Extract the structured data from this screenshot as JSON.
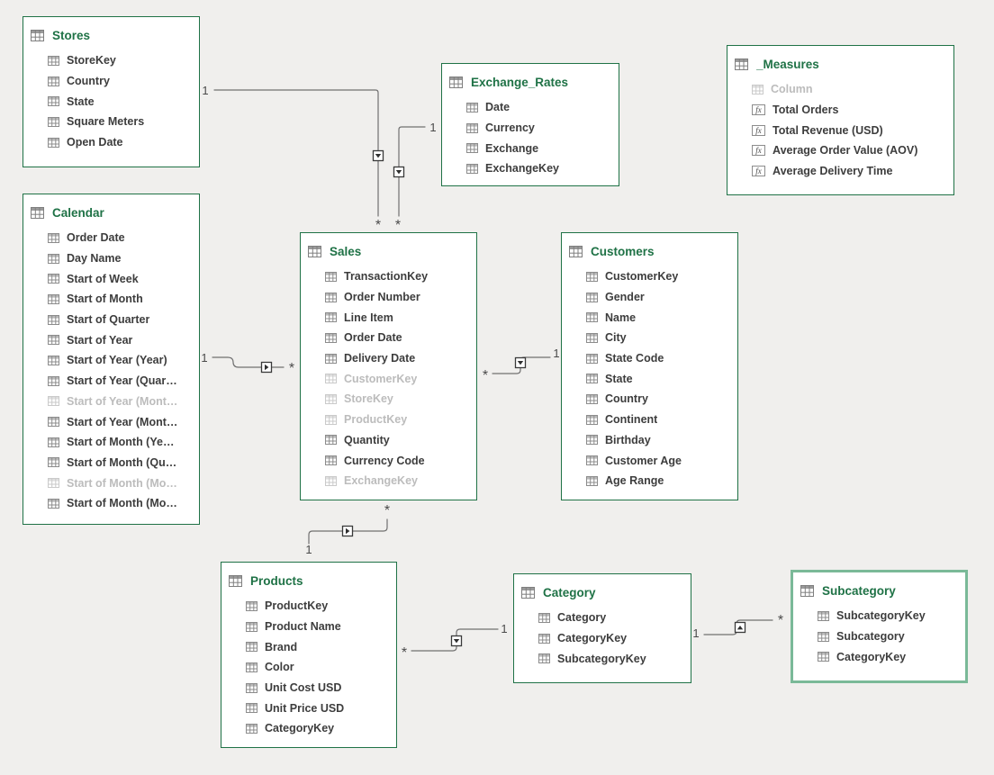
{
  "colors": {
    "background": "#f0efed",
    "table_border": "#1f7246",
    "selected_border": "#7ab998",
    "header_text": "#1f7246",
    "field_text": "#3d3d3d",
    "muted_text": "#bcbcbc",
    "line": "#707070"
  },
  "tables": [
    {
      "title": "Stores",
      "selected": false,
      "fields": [
        {
          "label": "StoreKey"
        },
        {
          "label": "Country"
        },
        {
          "label": "State"
        },
        {
          "label": "Square Meters"
        },
        {
          "label": "Open Date"
        }
      ]
    },
    {
      "title": "Calendar",
      "selected": false,
      "fields": [
        {
          "label": "Order Date"
        },
        {
          "label": "Day Name"
        },
        {
          "label": "Start of Week"
        },
        {
          "label": "Start of Month"
        },
        {
          "label": "Start of Quarter"
        },
        {
          "label": "Start of Year"
        },
        {
          "label": "Start of Year (Year)"
        },
        {
          "label": "Start of Year (Quar…"
        },
        {
          "label": "Start of Year (Mont…",
          "muted": true
        },
        {
          "label": "Start of Year (Mont…"
        },
        {
          "label": "Start of Month (Ye…"
        },
        {
          "label": "Start of Month (Qu…"
        },
        {
          "label": "Start of Month (Mo…",
          "muted": true
        },
        {
          "label": "Start of Month (Mo…"
        }
      ]
    },
    {
      "title": "Exchange_Rates",
      "selected": false,
      "fields": [
        {
          "label": "Date"
        },
        {
          "label": "Currency"
        },
        {
          "label": "Exchange"
        },
        {
          "label": "ExchangeKey"
        }
      ]
    },
    {
      "title": "_Measures",
      "selected": false,
      "fields": [
        {
          "label": "Column",
          "muted": true
        },
        {
          "label": "Total Orders",
          "icon": "measure"
        },
        {
          "label": "Total Revenue (USD)",
          "icon": "measure"
        },
        {
          "label": "Average Order Value (AOV)",
          "icon": "measure"
        },
        {
          "label": "Average Delivery Time",
          "icon": "measure"
        }
      ]
    },
    {
      "title": "Sales",
      "selected": false,
      "fields": [
        {
          "label": "TransactionKey"
        },
        {
          "label": "Order Number"
        },
        {
          "label": "Line Item"
        },
        {
          "label": "Order Date"
        },
        {
          "label": "Delivery Date"
        },
        {
          "label": "CustomerKey",
          "muted": true
        },
        {
          "label": "StoreKey",
          "muted": true
        },
        {
          "label": "ProductKey",
          "muted": true
        },
        {
          "label": "Quantity"
        },
        {
          "label": "Currency Code"
        },
        {
          "label": "ExchangeKey",
          "muted": true
        }
      ]
    },
    {
      "title": "Customers",
      "selected": false,
      "fields": [
        {
          "label": "CustomerKey"
        },
        {
          "label": "Gender"
        },
        {
          "label": "Name"
        },
        {
          "label": "City"
        },
        {
          "label": "State Code"
        },
        {
          "label": "State"
        },
        {
          "label": "Country"
        },
        {
          "label": "Continent"
        },
        {
          "label": "Birthday"
        },
        {
          "label": "Customer Age"
        },
        {
          "label": "Age Range"
        }
      ]
    },
    {
      "title": "Products",
      "selected": false,
      "fields": [
        {
          "label": "ProductKey"
        },
        {
          "label": "Product Name"
        },
        {
          "label": "Brand"
        },
        {
          "label": "Color"
        },
        {
          "label": "Unit Cost USD"
        },
        {
          "label": "Unit Price USD"
        },
        {
          "label": "CategoryKey"
        }
      ]
    },
    {
      "title": "Category",
      "selected": false,
      "fields": [
        {
          "label": "Category"
        },
        {
          "label": "CategoryKey"
        },
        {
          "label": "SubcategoryKey"
        }
      ]
    },
    {
      "title": "Subcategory",
      "selected": true,
      "fields": [
        {
          "label": "SubcategoryKey"
        },
        {
          "label": "Subcategory"
        },
        {
          "label": "CategoryKey"
        }
      ]
    }
  ],
  "relationships": [
    {
      "from_table": "Stores",
      "to_table": "Sales",
      "one_label": "1",
      "many_label": "*",
      "arrow": "down"
    },
    {
      "from_table": "Exchange_Rates",
      "to_table": "Sales",
      "one_label": "1",
      "many_label": "*",
      "arrow": "down"
    },
    {
      "from_table": "Calendar",
      "to_table": "Sales",
      "one_label": "1",
      "many_label": "*",
      "arrow": "right"
    },
    {
      "from_table": "Customers",
      "to_table": "Sales",
      "one_label": "1",
      "many_label": "*",
      "arrow": "down"
    },
    {
      "from_table": "Products",
      "to_table": "Sales",
      "one_label": "1",
      "many_label": "*",
      "arrow": "right"
    },
    {
      "from_table": "Category",
      "to_table": "Products",
      "one_label": "1",
      "many_label": "*",
      "arrow": "down"
    },
    {
      "from_table": "Category",
      "to_table": "Subcategory",
      "one_label": "1",
      "many_label": "*",
      "arrow": "up"
    }
  ]
}
